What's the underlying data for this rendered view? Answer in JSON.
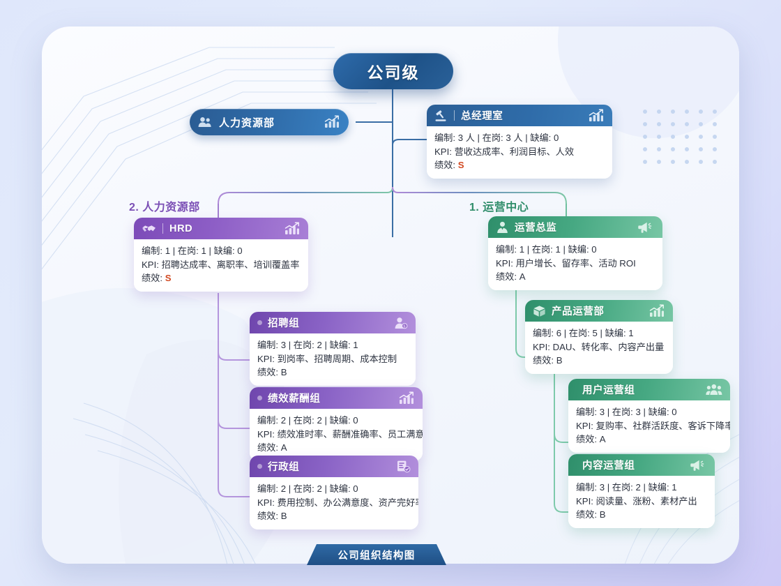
{
  "root": {
    "label": "公司级"
  },
  "side_pill": {
    "label": "人力资源部",
    "left_icon": "users-icon",
    "right_icon": "chart-bar-icon"
  },
  "captions": {
    "hr": "2. 人力资源部",
    "ops": "1. 运营中心"
  },
  "labels": {
    "headcount_plan": "编制",
    "headcount_actual": "在岗",
    "headcount_gap": "缺编",
    "kpi": "KPI",
    "grade": "绩效"
  },
  "footer": {
    "label": "公司组织结构图"
  },
  "colors": {
    "blue": "#2f6ca9",
    "purple": "#8d5ec6",
    "green": "#46a882",
    "grade_s": "#d24a22",
    "caption_purple": "#7b4fb5",
    "caption_green": "#2f8d6a",
    "page_bg": "#dfe7fb"
  },
  "cards": {
    "gm_office": {
      "title": "总经理室",
      "left_icon": "gavel-icon",
      "right_icon": "chart-bar-icon",
      "line1": "编制: 3 人 | 在岗: 3 人 | 缺编: 0",
      "line2": "KPI: 营收达成率、利润目标、人效",
      "grade_label": "绩效: ",
      "grade": "S"
    },
    "hrd": {
      "title": "HRD",
      "left_icon": "handshake-icon",
      "right_icon": "chart-bar-icon",
      "line1": "编制: 1 | 在岗: 1 | 缺编: 0",
      "line2": "KPI: 招聘达成率、离职率、培训覆盖率",
      "grade_label": "绩效: ",
      "grade": "S"
    },
    "recruiting": {
      "title": "招聘组",
      "left_icon": "dot-icon",
      "right_icon": "user-badge-icon",
      "line1": "编制: 3 | 在岗: 2 | 缺编: 1",
      "line2": "KPI: 到岗率、招聘周期、成本控制",
      "grade_label": "绩效: ",
      "grade": "B"
    },
    "comp_perf": {
      "title": "绩效薪酬组",
      "left_icon": "dot-icon",
      "right_icon": "chart-bar-icon",
      "line1": "编制: 2 | 在岗: 2 | 缺编: 0",
      "line2": "KPI: 绩效准时率、薪酬准确率、员工满意度",
      "grade_label": "绩效: ",
      "grade": "A"
    },
    "admin": {
      "title": "行政组",
      "left_icon": "dot-icon",
      "right_icon": "document-check-icon",
      "line1": "编制: 2 | 在岗: 2 | 缺编: 0",
      "line2": "KPI: 费用控制、办公满意度、资产完好率",
      "grade_label": "绩效: ",
      "grade": "B"
    },
    "ops_director": {
      "title": "运营总监",
      "left_icon": "manager-icon",
      "right_icon": "megaphone-icon",
      "line1": "编制: 1 | 在岗: 1 | 缺编: 0",
      "line2": "KPI: 用户增长、留存率、活动 ROI",
      "grade_label": "绩效: ",
      "grade": "A"
    },
    "product_ops": {
      "title": "产品运营部",
      "left_icon": "box-icon",
      "right_icon": "chart-bar-icon",
      "line1": "编制: 6 | 在岗: 5 | 缺编: 1",
      "line2": "KPI: DAU、转化率、内容产出量",
      "grade_label": "绩效: ",
      "grade": "B"
    },
    "user_ops": {
      "title": "用户运营组",
      "left_icon": "none",
      "right_icon": "users-group-icon",
      "line1": "编制: 3 | 在岗: 3 | 缺编: 0",
      "line2": "KPI: 复购率、社群活跃度、客诉下降率",
      "grade_label": "绩效: ",
      "grade": "A"
    },
    "content_ops": {
      "title": "内容运营组",
      "left_icon": "none",
      "right_icon": "megaphone-icon",
      "line1": "编制: 3 | 在岗: 2 | 缺编: 1",
      "line2": "KPI: 阅读量、涨粉、素材产出",
      "grade_label": "绩效: ",
      "grade": "B"
    }
  }
}
